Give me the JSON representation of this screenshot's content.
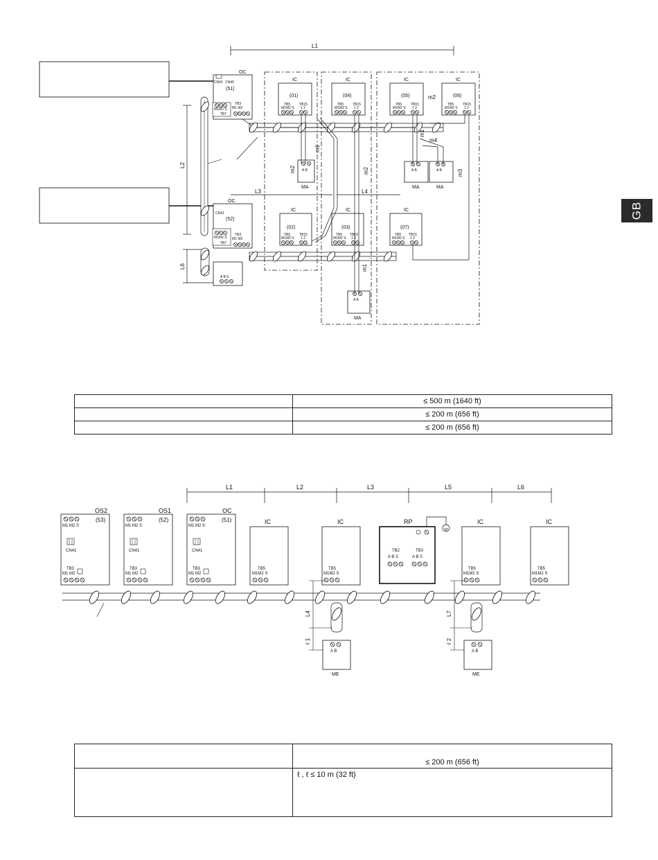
{
  "side_tab": {
    "label": "GB"
  },
  "diagram1": {
    "dims": {
      "L1": "L1",
      "L2": "L2",
      "L3": "L3",
      "L4": "L4",
      "L6": "L6"
    },
    "outdoor_units": [
      {
        "type": "OC",
        "address": "(51)",
        "connectors": [
          "CN41",
          "CN40"
        ],
        "terminal_labels": [
          "TB7",
          "TB3"
        ],
        "terminal_pins": [
          "M1M2 S",
          "M1 M2"
        ]
      },
      {
        "type": "OC",
        "address": "(52)",
        "connectors": [
          "CN41"
        ],
        "terminal_labels": [
          "TB7",
          "TB3"
        ],
        "terminal_pins": [
          "M1M2 S",
          "M1 M2"
        ]
      }
    ],
    "indoor_units": [
      {
        "type": "IC",
        "address": "(01)"
      },
      {
        "type": "IC",
        "address": "(04)"
      },
      {
        "type": "IC",
        "address": "(05)"
      },
      {
        "type": "IC",
        "address": "(06)"
      },
      {
        "type": "IC",
        "address": "(02)"
      },
      {
        "type": "IC",
        "address": "(03)"
      },
      {
        "type": "IC",
        "address": "(07)"
      }
    ],
    "ic_terminals": {
      "tb5": "TB5",
      "tb5_pins": "M1M2 S",
      "tb15": "TB15",
      "tb15_pins": "1  2"
    },
    "remotes": {
      "label": "MA",
      "pins": "A  B"
    },
    "remote_wires": [
      "m1",
      "m2",
      "m3",
      "m4"
    ],
    "bottom_remote_pins": "A  B  S"
  },
  "table1": {
    "rows": [
      {
        "label": "",
        "value": "≤ 500 m (1640 ft)"
      },
      {
        "label": "",
        "value": "≤ 200 m (656 ft)"
      },
      {
        "label": "",
        "value": "≤ 200 m (656 ft)"
      }
    ]
  },
  "diagram2": {
    "dims": [
      "L1",
      "L2",
      "L3",
      "L5",
      "L6"
    ],
    "side_dims": {
      "l4": "L4",
      "l1": "ℓ 1",
      "l7": "L7",
      "l2": "ℓ 2"
    },
    "outdoor_units": [
      {
        "type": "OS2",
        "address": "(53)",
        "pins_top": "M1 M2 S",
        "connector": "CN41",
        "tb": "TB3",
        "tb_pins": "M1 M2"
      },
      {
        "type": "OS1",
        "address": "(52)",
        "pins_top": "M1 M2 S",
        "connector": "CN41",
        "tb": "TB3",
        "tb_pins": "M1 M2"
      },
      {
        "type": "OC",
        "address": "(51)",
        "pins_top": "M1 M2 S",
        "connector": "CN41",
        "tb": "TB3",
        "tb_pins": "M1 M2"
      }
    ],
    "indoor_units": [
      {
        "type": "IC"
      },
      {
        "type": "IC"
      },
      {
        "type": "IC"
      },
      {
        "type": "IC"
      }
    ],
    "tb5": {
      "label": "TB5",
      "pins": "M1M2 S"
    },
    "relay": {
      "type": "RP",
      "tb2": "TB2",
      "tb3": "TB3",
      "pins": "A  B  S"
    },
    "remotes": [
      {
        "label": "ME",
        "pins": "A  B"
      },
      {
        "label": "ME",
        "pins": "A  B"
      }
    ]
  },
  "table2": {
    "rows": [
      {
        "label": "",
        "value": "≤ 200 m (656 ft)"
      },
      {
        "label": "",
        "value": "ℓ ,  ℓ  ≤ 10 m (32 ft)"
      }
    ]
  }
}
